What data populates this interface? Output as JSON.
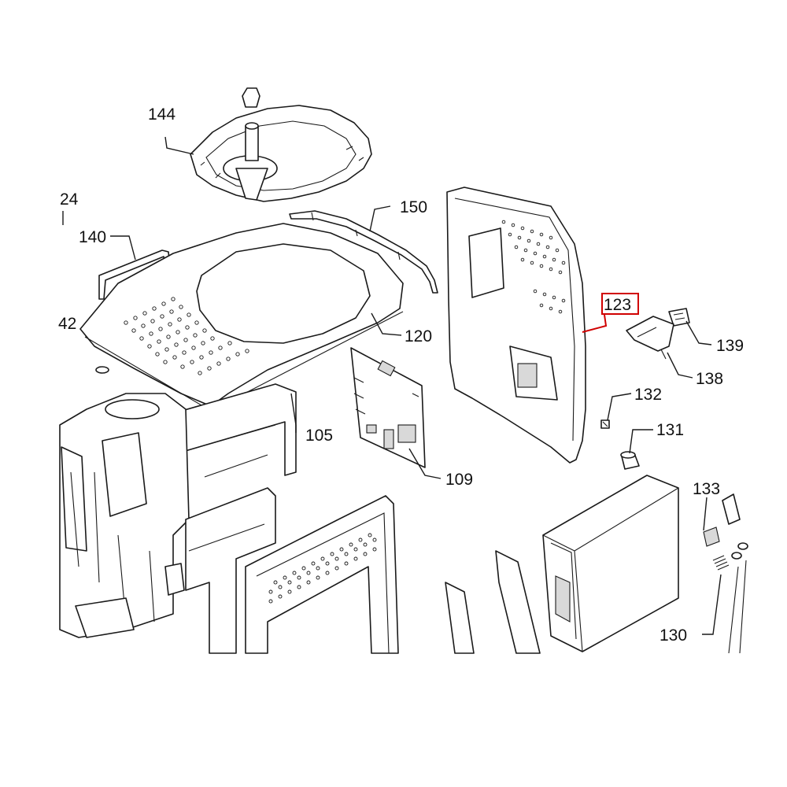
{
  "callouts": [
    {
      "id": "144",
      "label": "144"
    },
    {
      "id": "24",
      "label": "24"
    },
    {
      "id": "150",
      "label": "150"
    },
    {
      "id": "140",
      "label": "140"
    },
    {
      "id": "123",
      "label": "123",
      "highlighted": true
    },
    {
      "id": "42",
      "label": "42"
    },
    {
      "id": "120",
      "label": "120"
    },
    {
      "id": "139",
      "label": "139"
    },
    {
      "id": "138",
      "label": "138"
    },
    {
      "id": "132",
      "label": "132"
    },
    {
      "id": "131",
      "label": "131"
    },
    {
      "id": "105",
      "label": "105"
    },
    {
      "id": "109",
      "label": "109"
    },
    {
      "id": "133",
      "label": "133"
    },
    {
      "id": "130",
      "label": "130"
    }
  ],
  "colors": {
    "line": "#1a1a1a",
    "highlight": "#d00000",
    "background": "#ffffff"
  }
}
